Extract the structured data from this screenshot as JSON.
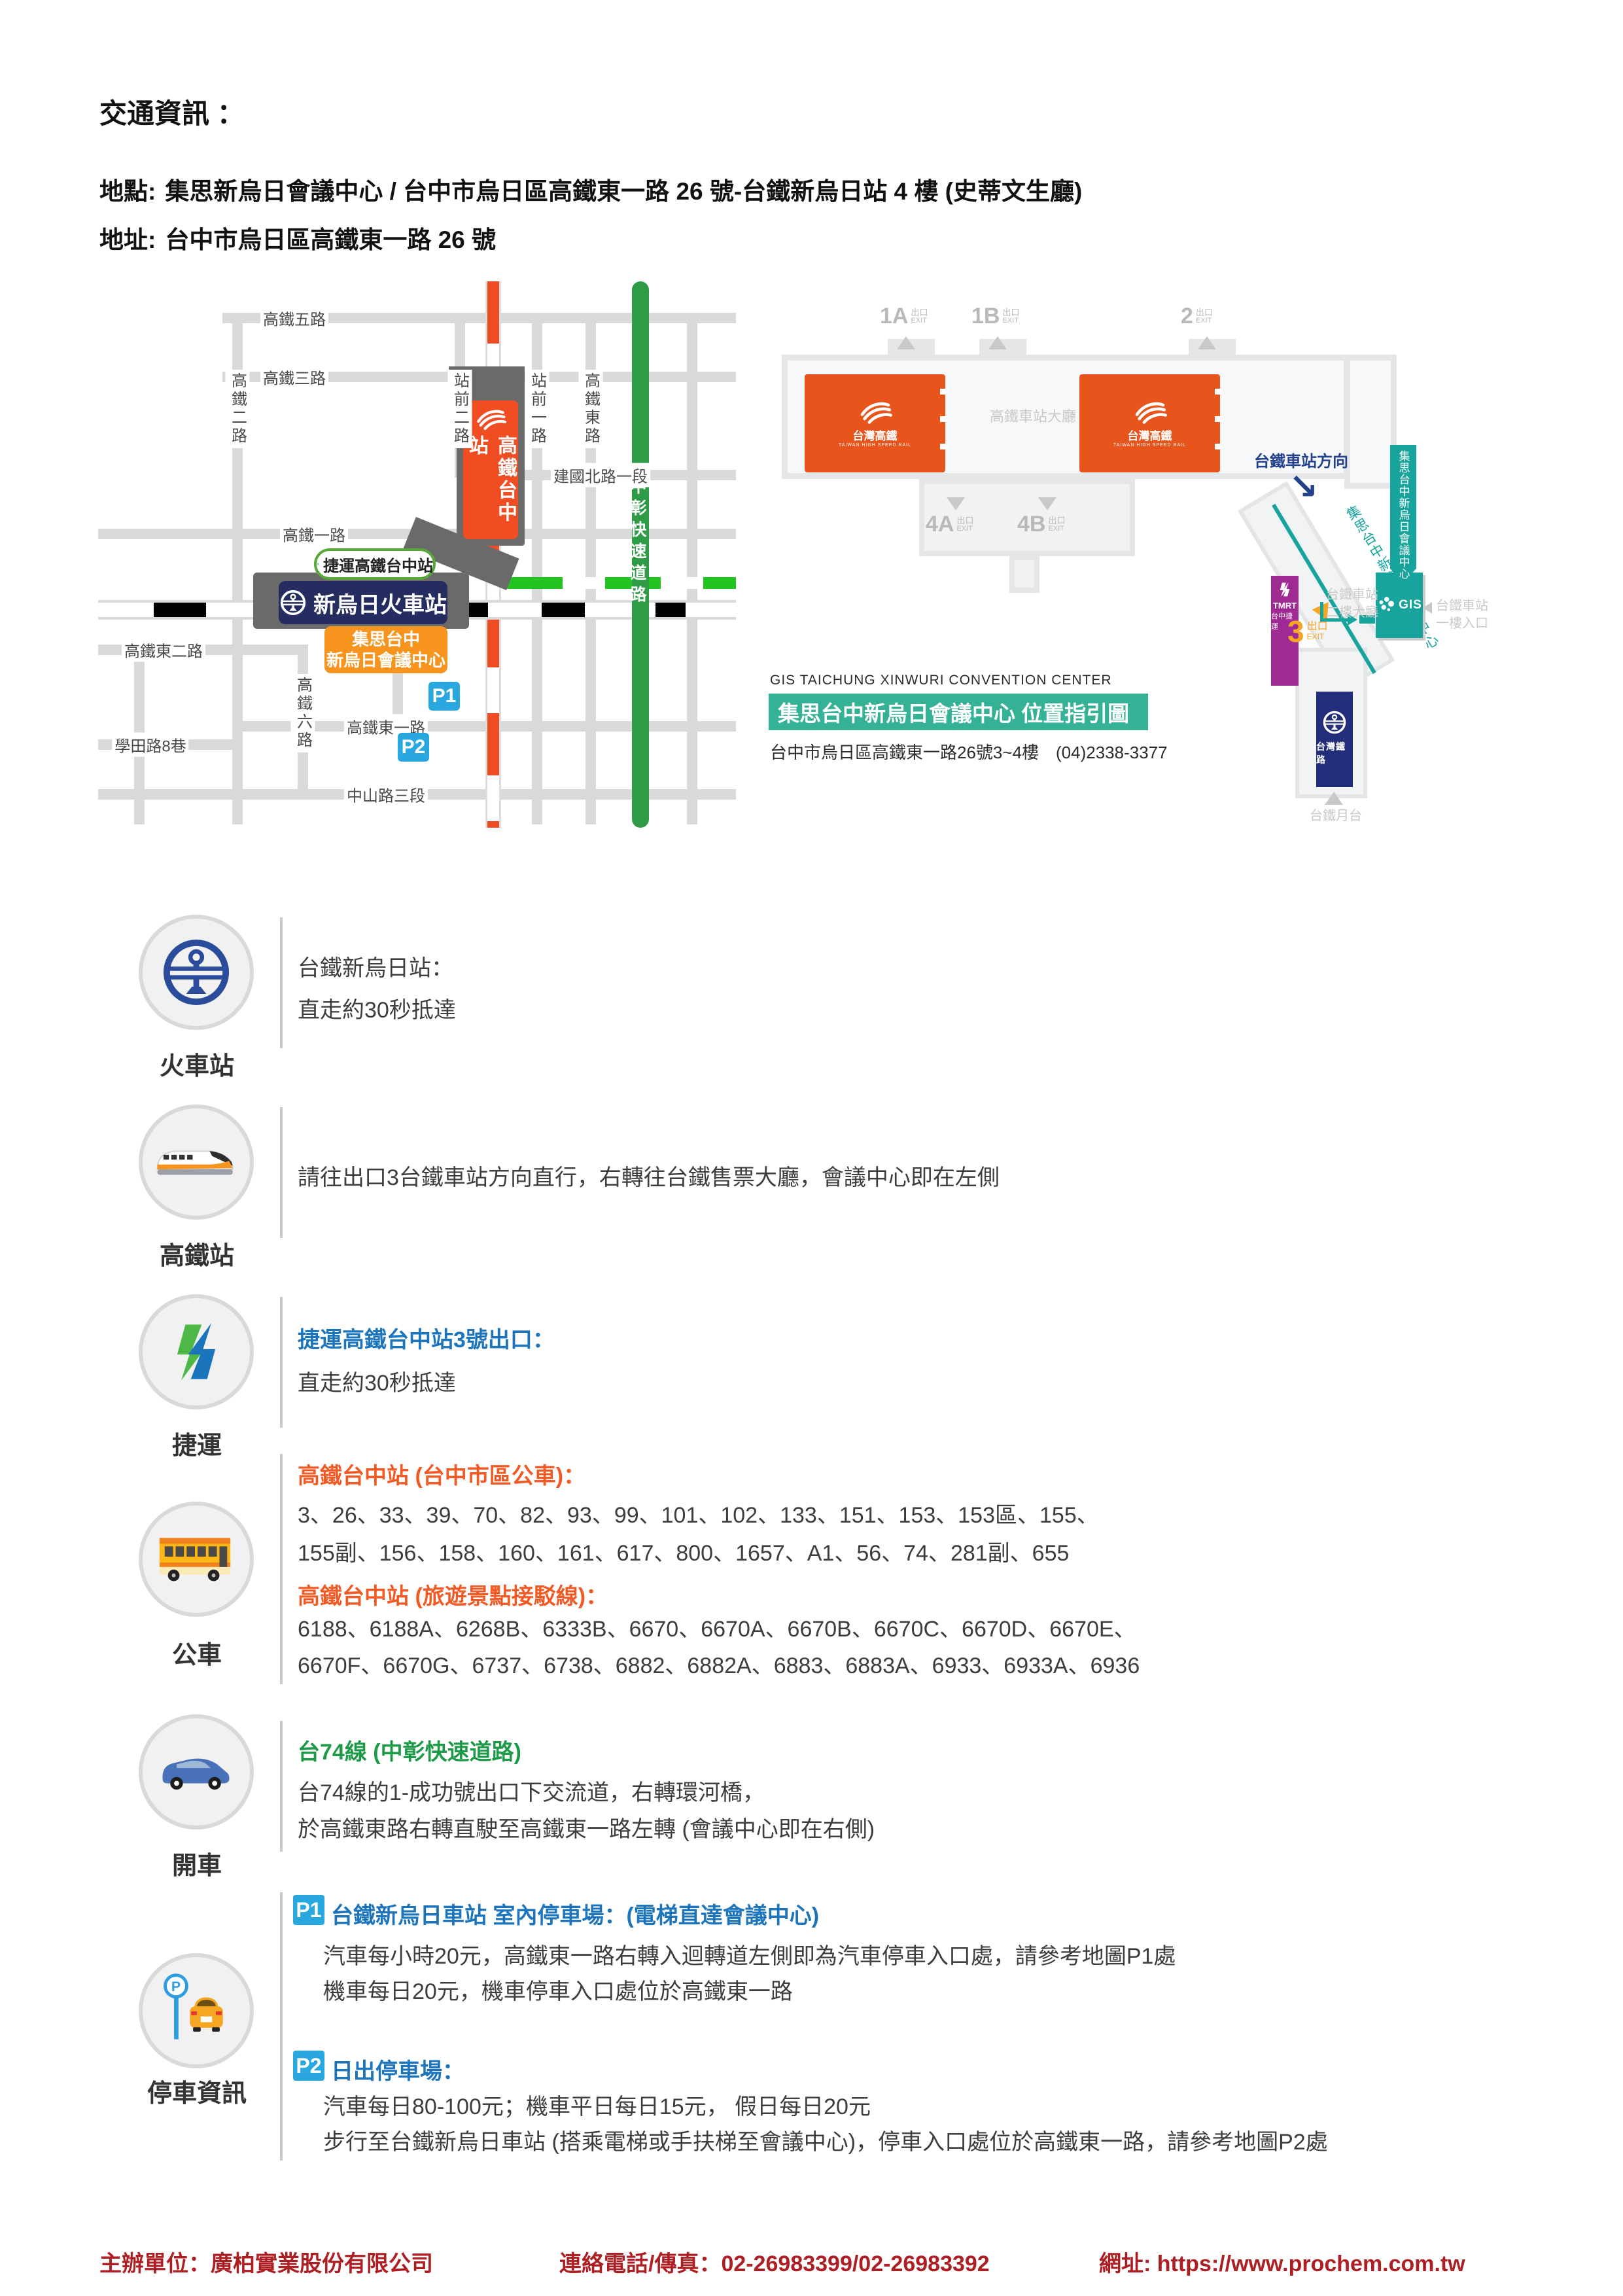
{
  "colors": {
    "accent_blue": "#1c75bc",
    "accent_orange": "#f15a24",
    "accent_green": "#1d9a47",
    "footer_red": "#ad1f23",
    "thsr_orange": "#f04d23",
    "badge_orange": "#f7941e",
    "navy": "#252c5f",
    "teal": "#16a49d",
    "purple": "#a02a94",
    "p_badge_blue": "#29a8e0",
    "expressway_green": "#2e9b46",
    "mrt_green": "#21c421"
  },
  "header": {
    "title": "交通資訊 ：",
    "location_label": "地點:",
    "location": "集思新烏日會議中心 / 台中市烏日區高鐵東一路 26 號-台鐵新烏日站 4 樓 (史蒂文生廳)",
    "address_label": "地址:",
    "address": "台中市烏日區高鐵東一路 26 號"
  },
  "street_map": {
    "roads": {
      "gt5": "高鐵五路",
      "gt3": "高鐵三路",
      "jianguo": "建國北路一段",
      "gt1": "高鐵一路",
      "gtd2": "高鐵東二路",
      "gtd1": "高鐵東一路",
      "xuetian": "學田路8巷",
      "zhongshan": "中山路三段",
      "gt2": "高鐵二路",
      "zq2": "站前二路",
      "zq1": "站前一路",
      "gtd": "高鐵東路",
      "gt6": "高鐵六路",
      "expressway": "中彰快速道路"
    },
    "hsr_station": "高鐵台中站",
    "mrt_badge": "捷運高鐵台中站",
    "tra_badge": "新烏日火車站",
    "center_line1": "集思台中",
    "center_line2": "新烏日會議中心",
    "p1": "P1",
    "p2": "P2"
  },
  "floor_map": {
    "exit_word": "出口",
    "exit_en": "EXIT",
    "exits": {
      "e1a": "1A",
      "e1b": "1B",
      "e2": "2",
      "e3": "3",
      "e4a": "4A",
      "e4b": "4B"
    },
    "thsr_name": "台灣高鐵",
    "thsr_en": "TAIWAN HIGH SPEED RAIL",
    "hall": "高鐵車站大廳",
    "tra_direction": "台鐵車站方向",
    "dir_arrow": "↘",
    "path_label": "集思台中新烏日會議中心",
    "banner": "集思台中新烏日會議中心",
    "tmrt1": "TMRT",
    "tmrt2": "台中捷運",
    "hall2f_1": "台鐵車站",
    "hall2f_2": "二樓大廳",
    "gis": "GIS",
    "entry1f_1": "台鐵車站",
    "entry1f_2": "一樓入口",
    "tra_rail": "台灣鐵路",
    "platform": "台鐵月台",
    "title_en": "GIS TAICHUNG XINWURI CONVENTION CENTER",
    "title": "集思台中新烏日會議中心  位置指引圖",
    "address": "台中市烏日區高鐵東一路26號3~4樓　(04)2338-3377"
  },
  "sections": {
    "train": {
      "label": "火車站",
      "heading": "台鐵新烏日站：",
      "line": "直走約30秒抵達"
    },
    "hsr": {
      "label": "高鐵站",
      "line": "請往出口3台鐵車站方向直行，右轉往台鐵售票大廳，會議中心即在左側"
    },
    "mrt": {
      "label": "捷運",
      "heading": "捷運高鐵台中站3號出口：",
      "line": "直走約30秒抵達"
    },
    "bus": {
      "label": "公車",
      "city_heading": "高鐵台中站 (台中市區公車)：",
      "city_line1": "3、26、33、39、70、82、93、99、101、102、133、151、153、153區、155、",
      "city_line2": "155副、156、158、160、161、617、800、1657、A1、56、74、281副、655",
      "shuttle_heading": "高鐵台中站 (旅遊景點接駁線)：",
      "shuttle_line1": "6188、6188A、6268B、6333B、6670、6670A、6670B、6670C、6670D、6670E、",
      "shuttle_line2": "6670F、6670G、6737、6738、6882、6882A、6883、6883A、6933、6933A、6936"
    },
    "drive": {
      "label": "開車",
      "heading": "台74線 (中彰快速道路)",
      "line1": "台74線的1-成功號出口下交流道，右轉環河橋，",
      "line2": "於高鐵東路右轉直駛至高鐵東一路左轉 (會議中心即在右側)"
    },
    "parking": {
      "label": "停車資訊",
      "sign": "P",
      "p1_badge": "P1",
      "p1_heading": "台鐵新烏日車站 室內停車場：(電梯直達會議中心)",
      "p1_line1": "汽車每小時20元，高鐵東一路右轉入迴轉道左側即為汽車停車入口處，請參考地圖P1處",
      "p1_line2": "機車每日20元，機車停車入口處位於高鐵東一路",
      "p2_badge": "P2",
      "p2_heading": "日出停車場：",
      "p2_line1": "汽車每日80-100元；機車平日每日15元， 假日每日20元",
      "p2_line2": "步行至台鐵新烏日車站 (搭乘電梯或手扶梯至會議中心)，停車入口處位於高鐵東一路，請參考地圖P2處"
    }
  },
  "footer": {
    "organizer": "主辦單位：廣柏實業股份有限公司",
    "contact": "連絡電話/傳真：02-26983399/02-26983392",
    "website": "網址: https://www.prochem.com.tw"
  }
}
